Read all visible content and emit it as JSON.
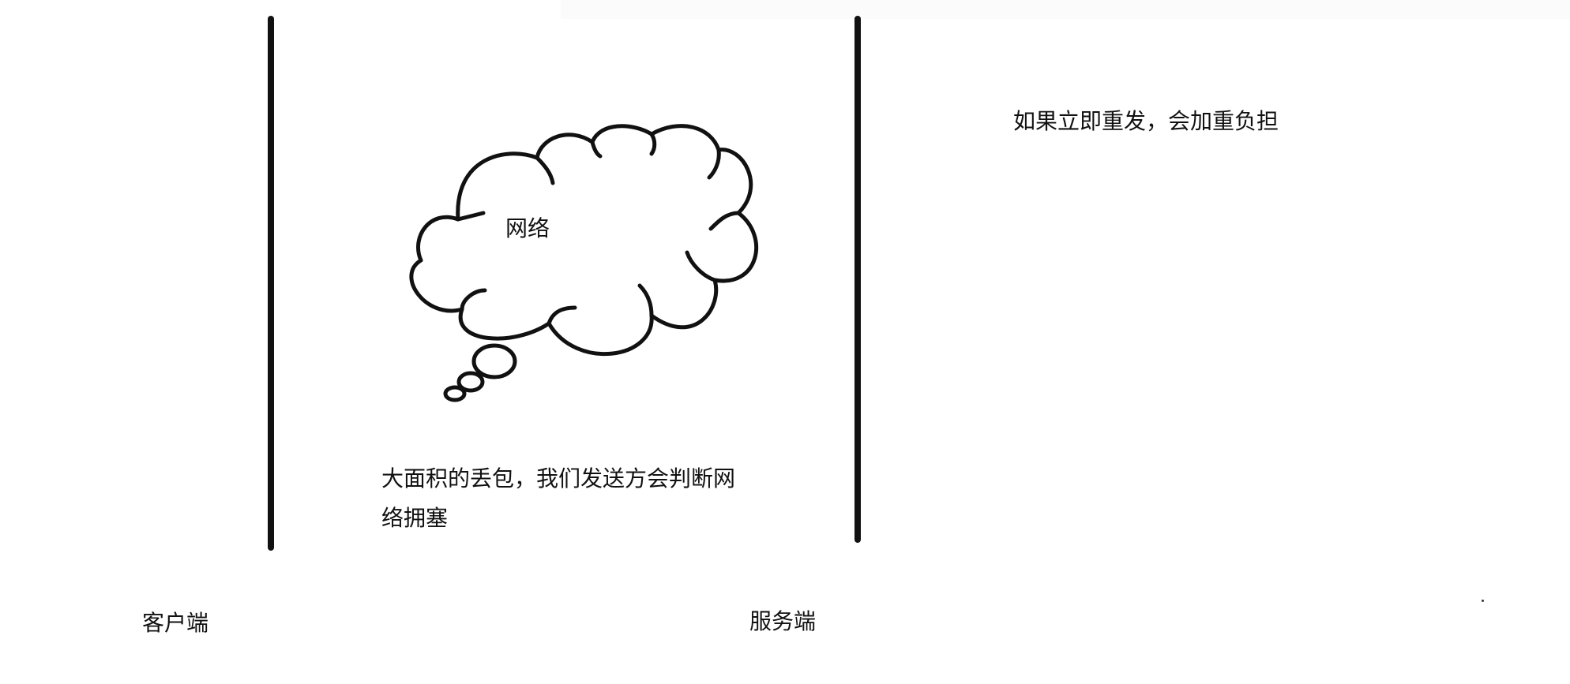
{
  "labels": {
    "client": "客户端",
    "server": "服务端",
    "cloud": "网络",
    "loss_note": "大面积的丢包，我们发送方会判断网络拥塞",
    "resend_note": "如果立即重发，会加重负担"
  },
  "colors": {
    "background": "#ffffff",
    "ink": "#111111"
  },
  "icons": {
    "cloud": "thought-bubble-cloud"
  }
}
